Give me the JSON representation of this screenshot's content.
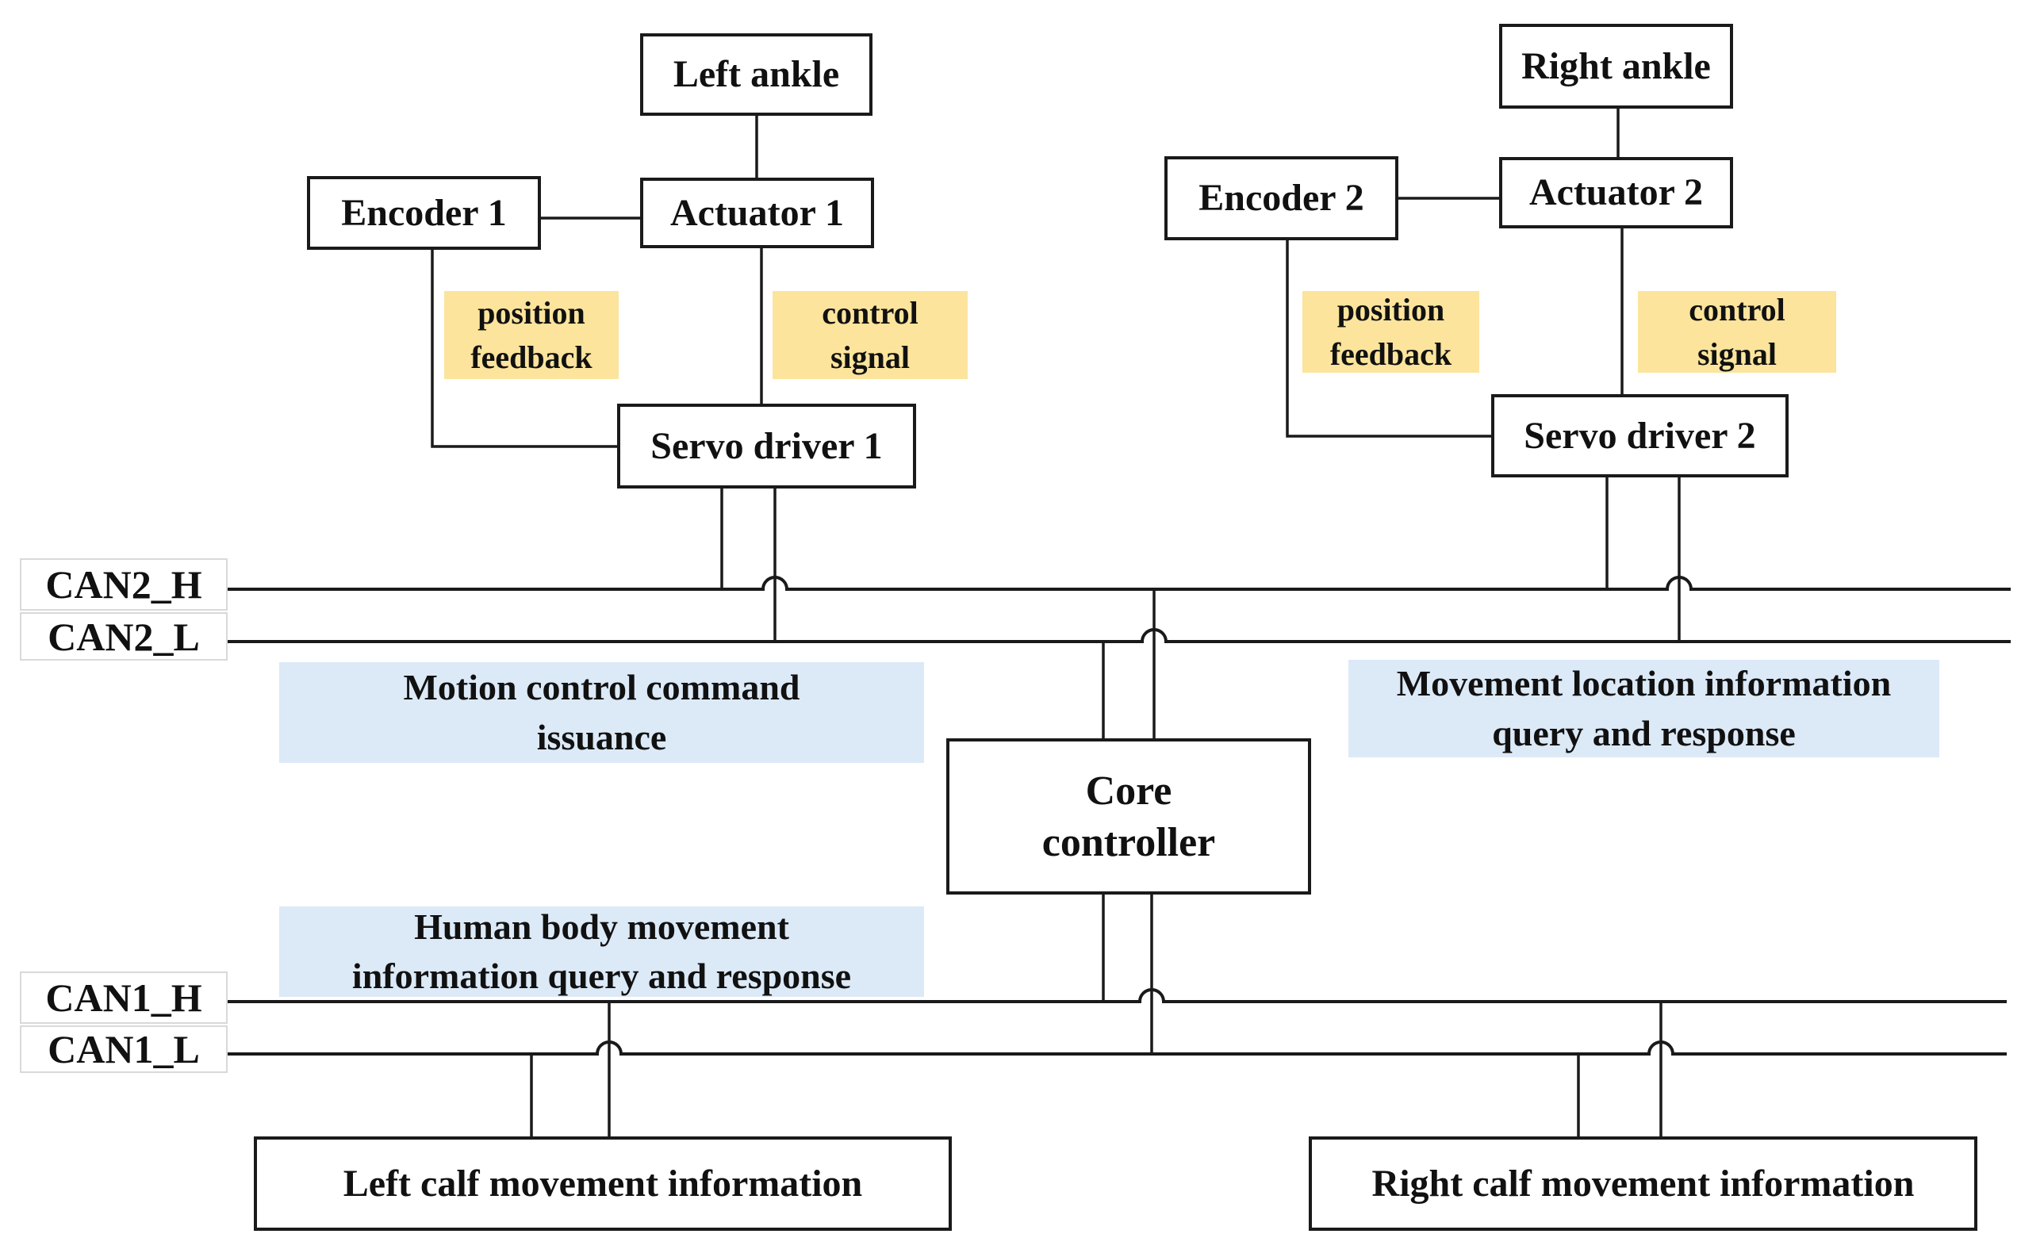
{
  "colors": {
    "signal_label_bg": "#FCE49C",
    "annotation_bg": "#DCE9F7",
    "line": "#1A1A1A",
    "background": "#FFFFFF"
  },
  "nodes": {
    "left_ankle": {
      "label": "Left ankle"
    },
    "actuator_1": {
      "label": "Actuator 1"
    },
    "encoder_1": {
      "label": "Encoder 1"
    },
    "servo_driver_1": {
      "label": "Servo driver 1"
    },
    "right_ankle": {
      "label": "Right ankle"
    },
    "actuator_2": {
      "label": "Actuator 2"
    },
    "encoder_2": {
      "label": "Encoder 2"
    },
    "servo_driver_2": {
      "label": "Servo driver 2"
    },
    "core_controller": {
      "lines": [
        "Core",
        "controller"
      ]
    },
    "left_calf": {
      "label": "Left calf movement information"
    },
    "right_calf": {
      "label": "Right calf movement information"
    }
  },
  "signal_labels": {
    "position_feedback_left": {
      "lines": [
        "position",
        "feedback"
      ]
    },
    "control_signal_left": {
      "lines": [
        "control",
        "signal"
      ]
    },
    "position_feedback_right": {
      "lines": [
        "position",
        "feedback"
      ]
    },
    "control_signal_right": {
      "lines": [
        "control",
        "signal"
      ]
    }
  },
  "bus_labels": {
    "can2_h": "CAN2_H",
    "can2_l": "CAN2_L",
    "can1_h": "CAN1_H",
    "can1_l": "CAN1_L"
  },
  "annotations": {
    "motion": {
      "lines": [
        "Motion control command",
        "issuance"
      ]
    },
    "movement": {
      "lines": [
        "Movement location information",
        "query and response"
      ]
    },
    "human": {
      "lines": [
        "Human body movement",
        "information query and response"
      ]
    }
  }
}
